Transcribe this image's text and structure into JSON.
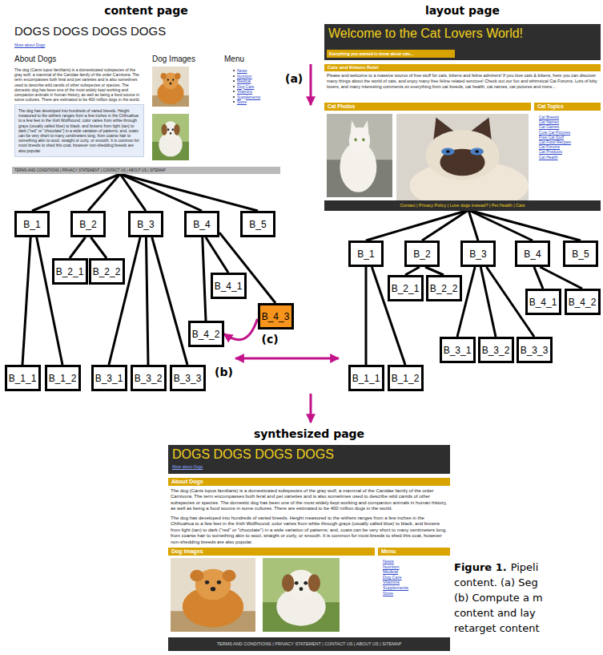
{
  "diagram": {
    "nodes": [
      {
        "text": [
          "content page",
          "DOGS DOGS DOGS DOGS",
          "More about Dogs",
          "About Dogs",
          "Dog Images",
          "Menu",
          "The dog (Canis lupus familiaris) is a domesticated subspecies of the gray wolf, a mammal of the Canidae family of the order Carnivora. The term encompasses both feral and pet varieties and is also sometimes used to describe wild canids of other subspecies or species. The domestic dog has been one of the most widely kept working and companion animals in human history, as well as being a food source in some cultures. There are estimated to be 400 million dogs in the world.",
          "The dog has developed into hundreds of varied breeds. Height measured to the withers ranges from a few inches in the Chihuahua to a few feet in the Irish Wolfhound; color varies from white through grays (usually called blue) to black, and browns from light (tan) to dark (\"red\" or \"chocolate\") in a wide variation of patterns; and, coats can be very short to many centimeters long, from coarse hair to something akin to wool, straight or curly, or smooth. It is common for most breeds to shed this coat, however non-shedding breeds are also popular.",
          "News",
          "Nutrition",
          "Medical",
          "Dog Care",
          "Vitamins",
          "Supplements",
          "Store",
          "TERMS AND CONDITIONS | PRIVACY STATEMENT | CONTACT US | ABOUT US | SITEMAP"
        ]
      },
      {
        "text": [
          "layout page",
          "Welcome to the Cat Lovers World!",
          "Everything you wanted to know about cats...",
          "Cats and Kittens Rule!",
          "Please and welcome to a massive source of free stuff for cats, kittens and feline admirers! If you love cats & kittens, here you can discover many things about the world of cats, and enjoy many free feline related services! Check out our fun and whimsical Cat Forums. Lots of kitty lovers, and many interesting comments on everything from cat breeds, cat health, cat names, cat pictures and more...",
          "Cat Photos",
          "Cat Topics",
          "Cat Breeds",
          "Cat Names",
          "Cat Games",
          "Cute Cat Pictures",
          "Free Cat Stuff",
          "Cat Food Recipes",
          "Cat Forums",
          "Cat Products",
          "Cat Health",
          "Contact | Privacy Policy | Love dogs instead? | Pet Health | Cats"
        ]
      },
      {
        "text": [
          "B_1"
        ]
      },
      {
        "text": [
          "B_2"
        ]
      },
      {
        "text": [
          "B_3"
        ]
      },
      {
        "text": [
          "B_4"
        ]
      },
      {
        "text": [
          "B_5"
        ]
      },
      {
        "text": [
          "B_2_1"
        ]
      },
      {
        "text": [
          "B_2_2"
        ]
      },
      {
        "text": [
          "B_4_1"
        ]
      },
      {
        "text": [
          "B_4_3"
        ]
      },
      {
        "text": [
          "B_4_2"
        ]
      },
      {
        "text": [
          "B_1_1"
        ]
      },
      {
        "text": [
          "B_1_2"
        ]
      },
      {
        "text": [
          "B_3_1"
        ]
      },
      {
        "text": [
          "B_3_2"
        ]
      },
      {
        "text": [
          "B_3_3"
        ]
      },
      {
        "text": [
          "B_1"
        ]
      },
      {
        "text": [
          "B_2"
        ]
      },
      {
        "text": [
          "B_3"
        ]
      },
      {
        "text": [
          "B_4"
        ]
      },
      {
        "text": [
          "B_5"
        ]
      },
      {
        "text": [
          "B_2_1"
        ]
      },
      {
        "text": [
          "B_2_2"
        ]
      },
      {
        "text": [
          "B_4_1"
        ]
      },
      {
        "text": [
          "B_4_2"
        ]
      },
      {
        "text": [
          "B_3_1"
        ]
      },
      {
        "text": [
          "B_3_2"
        ]
      },
      {
        "text": [
          "B_3_3"
        ]
      },
      {
        "text": [
          "B_1_1"
        ]
      },
      {
        "text": [
          "B_1_2"
        ]
      },
      {
        "text": [
          "synthesized page",
          "DOGS DOGS DOGS DOGS",
          "More about Dogs",
          "About Dogs",
          "The dog (Canis lupus familiaris) is a domesticated subspecies of the gray wolf, a mammal of the Canidae family of the order Carnivora. The term encompasses both feral and pet varieties and is also sometimes used to describe wild canids of other subspecies or species. The domestic dog has been one of the most widely kept working and companion animals in human history, as well as being a food source in some cultures. There are estimated to be 400 million dogs in the world.",
          "The dog has developed into hundreds of varied breeds. Height measured to the withers ranges from a few inches in the Chihuahua to a few feet in the Irish Wolfhound; color varies from white through grays (usually called blue) to black, and browns from light (tan) to dark (\"red\" or \"chocolate\") in a wide variation of patterns; and, coats can be very short to many centimeters long, from coarse hair to something akin to wool, straight or curly, or smooth. It is common for most breeds to shed this coat, however non-shedding breeds are also popular.",
          "Dog Images",
          "Menu",
          "News",
          "Nutrition",
          "Medical",
          "Dog Care",
          "Vitamins",
          "Supplements",
          "Store",
          "TERMS AND CONDITIONS | PRIVACY STATEMENT | CONTACT US | ABOUT US | SITEMAP"
        ]
      }
    ],
    "edges": [
      {
        "from": 0,
        "to": 2,
        "arrow": "none"
      },
      {
        "from": 0,
        "to": 3,
        "arrow": "none"
      },
      {
        "from": 0,
        "to": 4,
        "arrow": "none"
      },
      {
        "from": 0,
        "to": 5,
        "arrow": "none"
      },
      {
        "from": 0,
        "to": 6,
        "arrow": "none"
      },
      {
        "from": 2,
        "to": 12,
        "arrow": "none"
      },
      {
        "from": 2,
        "to": 13,
        "arrow": "none"
      },
      {
        "from": 3,
        "to": 7,
        "arrow": "none"
      },
      {
        "from": 3,
        "to": 8,
        "arrow": "none"
      },
      {
        "from": 4,
        "to": 14,
        "arrow": "none"
      },
      {
        "from": 4,
        "to": 15,
        "arrow": "none"
      },
      {
        "from": 4,
        "to": 16,
        "arrow": "none"
      },
      {
        "from": 5,
        "to": 9,
        "arrow": "none"
      },
      {
        "from": 5,
        "to": 11,
        "arrow": "none"
      },
      {
        "from": 5,
        "to": 10,
        "arrow": "none"
      },
      {
        "from": 10,
        "to": 11,
        "label": "(c)",
        "arrow": "to"
      },
      {
        "from": 1,
        "to": 17,
        "arrow": "none"
      },
      {
        "from": 1,
        "to": 18,
        "arrow": "none"
      },
      {
        "from": 1,
        "to": 19,
        "arrow": "none"
      },
      {
        "from": 1,
        "to": 20,
        "arrow": "none"
      },
      {
        "from": 1,
        "to": 21,
        "arrow": "none"
      },
      {
        "from": 17,
        "to": 29,
        "arrow": "none"
      },
      {
        "from": 17,
        "to": 30,
        "arrow": "none"
      },
      {
        "from": 18,
        "to": 22,
        "arrow": "none"
      },
      {
        "from": 18,
        "to": 23,
        "arrow": "none"
      },
      {
        "from": 19,
        "to": 26,
        "arrow": "none"
      },
      {
        "from": 19,
        "to": 27,
        "arrow": "none"
      },
      {
        "from": 19,
        "to": 28,
        "arrow": "none"
      },
      {
        "from": 20,
        "to": 24,
        "arrow": "none"
      },
      {
        "from": 20,
        "to": 25,
        "arrow": "none"
      }
    ],
    "labels": [
      "(a)",
      "(b)",
      "Figure 1.",
      "Pipeli",
      "content. (a) Seg",
      "(b) Compute a m",
      "content and lay",
      "retarget content"
    ]
  }
}
